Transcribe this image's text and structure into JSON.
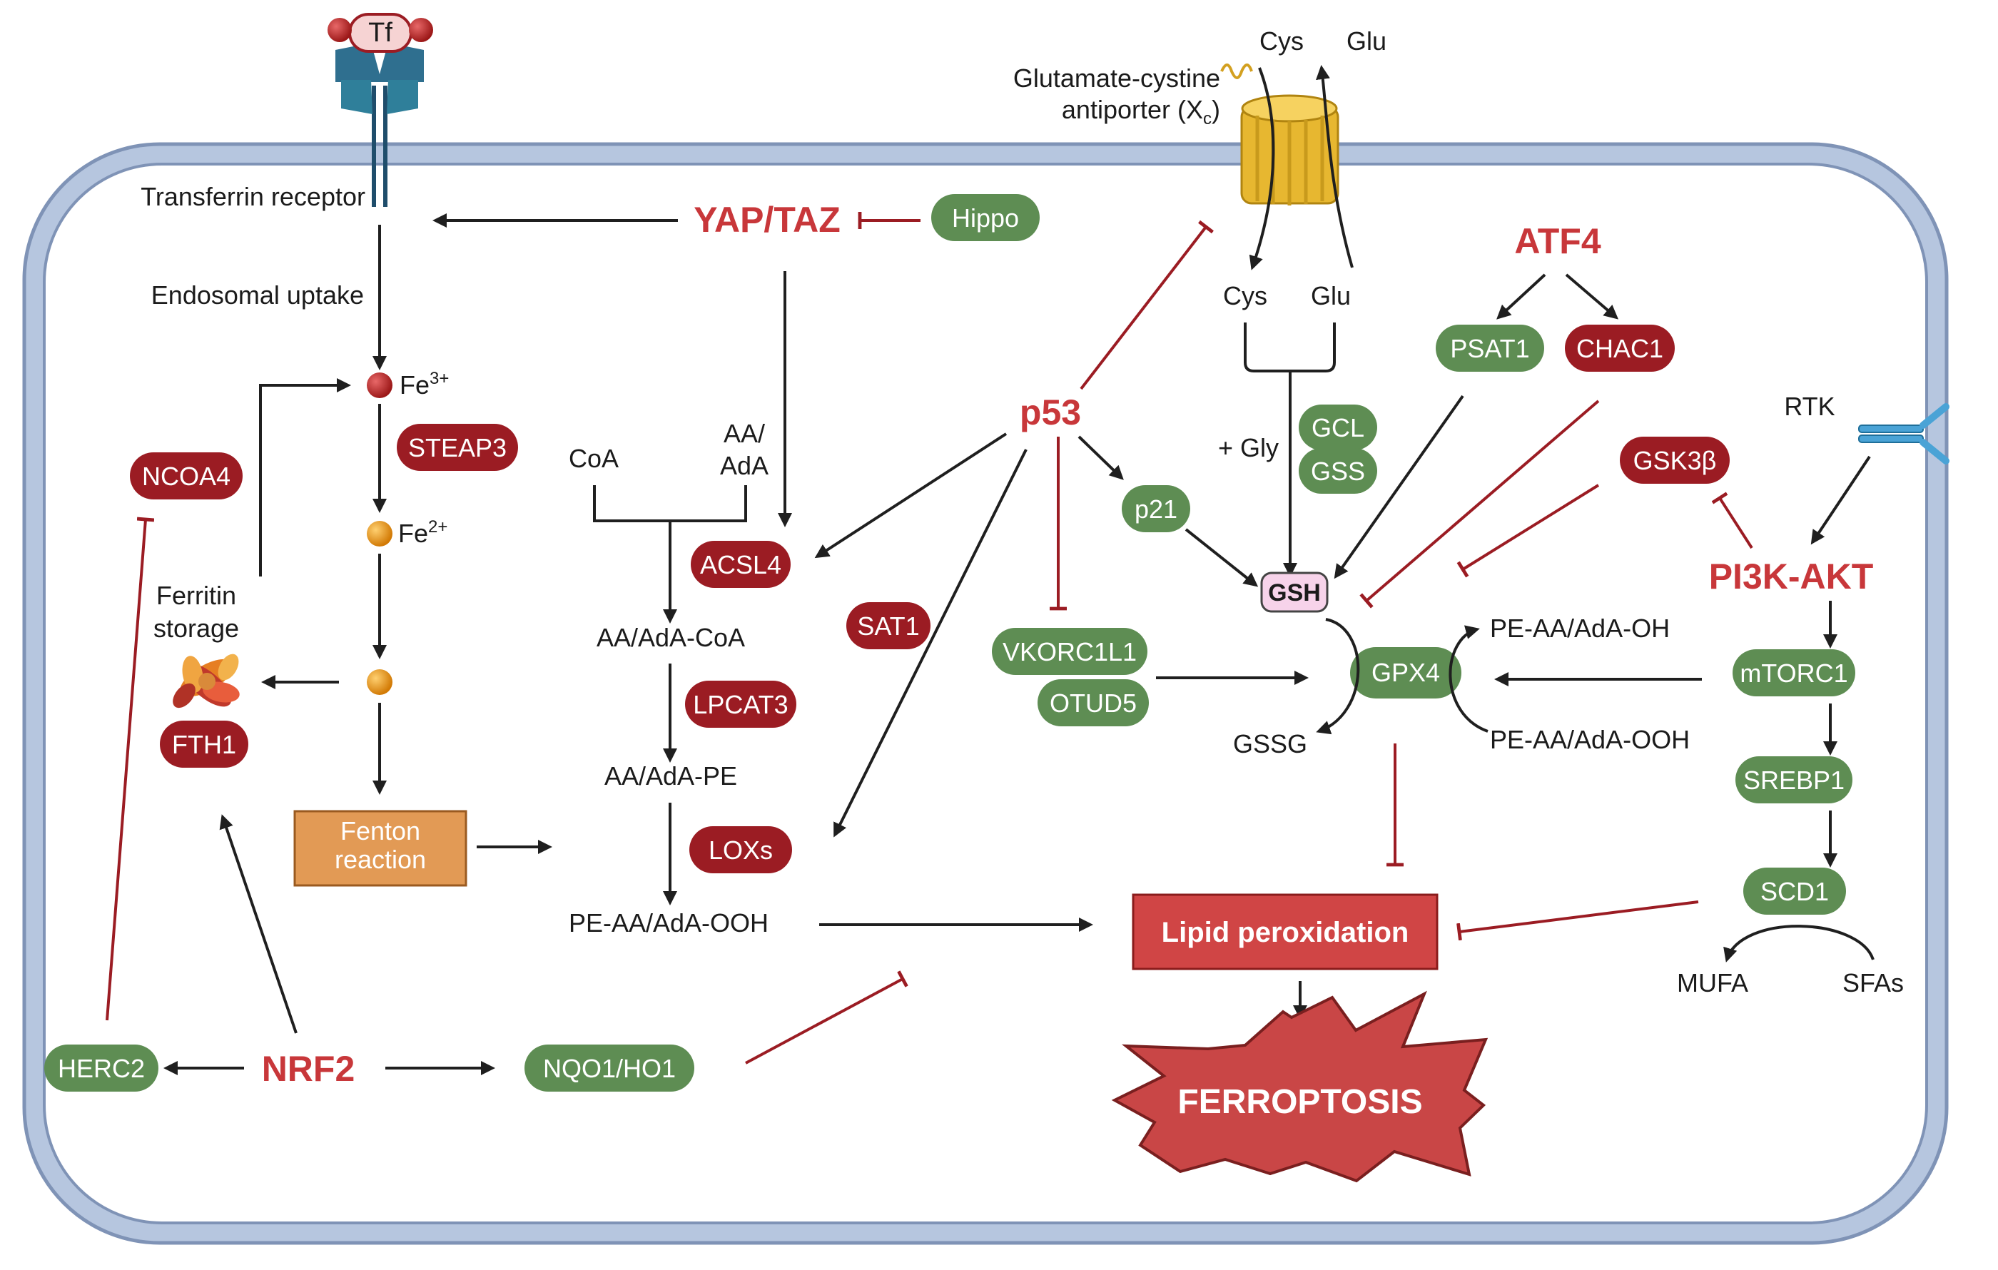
{
  "colors": {
    "membrane_fill": "#b6c6df",
    "membrane_stroke": "#7f93b6",
    "green_pill": "#5e8d53",
    "red_pill": "#9b1c23",
    "regulator_text": "#c8373a",
    "fenton_box": "#e29a55",
    "lipid_box": "#d04545",
    "ferroptosis_star": "#c94646",
    "inhibition_line": "#9b1c23",
    "activation_line": "#1f1f1f"
  },
  "labels": {
    "tf": "Tf",
    "transferrin_receptor": "Transferrin receptor",
    "endosomal_uptake": "Endosomal uptake",
    "fe3_base": "Fe",
    "fe3_sup": "3+",
    "fe2_base": "Fe",
    "fe2_sup": "2+",
    "ferritin_line1": "Ferritin",
    "ferritin_line2": "storage",
    "coa": "CoA",
    "aa_adA_line1": "AA/",
    "aa_adA_line2": "AdA",
    "aa_ada_coa": "AA/AdA-CoA",
    "aa_ada_pe": "AA/AdA-PE",
    "pe_aa_ada_ooh": "PE-AA/AdA-OOH",
    "cys_top": "Cys",
    "glu_top": "Glu",
    "antiporter_line1": "Glutamate-cystine",
    "antiporter_line2_base": "antiporter (X",
    "antiporter_line2_sub": "c",
    "antiporter_line2_end": ")",
    "cys_in": "Cys",
    "glu_in": "Glu",
    "gly": "+ Gly",
    "gsh": "GSH",
    "gssg": "GSSG",
    "pe_oh_right": "PE-AA/AdA-OH",
    "pe_ooh_right": "PE-AA/AdA-OOH",
    "rtk": "RTK",
    "mufa": "MUFA",
    "sfas": "SFAs",
    "lipid_peroxidation": "Lipid peroxidation",
    "ferroptosis": "FERROPTOSIS"
  },
  "regulators": {
    "yap_taz": "YAP/TAZ",
    "p53": "p53",
    "atf4": "ATF4",
    "pi3k_akt": "PI3K-AKT",
    "nrf2": "NRF2"
  },
  "boxes": {
    "fenton_line1": "Fenton",
    "fenton_line2": "reaction"
  },
  "pills": {
    "hippo": "Hippo",
    "steap3": "STEAP3",
    "ncoa4": "NCOA4",
    "fth1": "FTH1",
    "acsl4": "ACSL4",
    "lpcat3": "LPCAT3",
    "loxs": "LOXs",
    "sat1": "SAT1",
    "p21": "p21",
    "vkorc1l1": "VKORC1L1",
    "otud5": "OTUD5",
    "gcl": "GCL",
    "gss": "GSS",
    "psat1": "PSAT1",
    "chac1": "CHAC1",
    "gsk3b": "GSK3β",
    "gpx4": "GPX4",
    "mtorc1": "mTORC1",
    "srebp1": "SREBP1",
    "scd1": "SCD1",
    "herc2": "HERC2",
    "nqo1_ho1": "NQO1/HO1"
  }
}
